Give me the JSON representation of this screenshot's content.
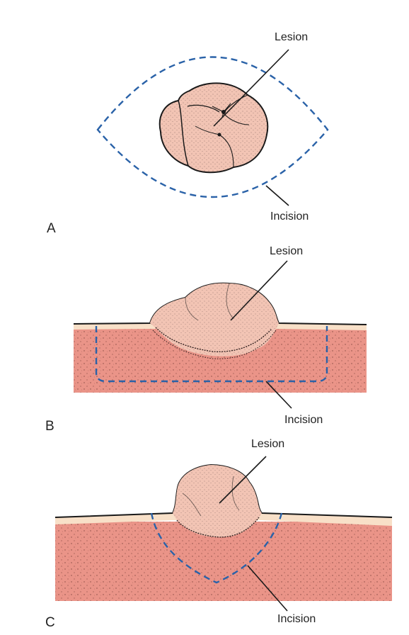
{
  "panels": [
    {
      "letter": "A",
      "lesion_label": "Lesion",
      "incision_label": "Incision"
    },
    {
      "letter": "B",
      "lesion_label": "Lesion",
      "incision_label": "Incision"
    },
    {
      "letter": "C",
      "lesion_label": "Lesion",
      "incision_label": "Incision"
    }
  ],
  "colors": {
    "lesion_fill": "#f2c4b4",
    "tissue_fill": "#ea9488",
    "skin_layer": "#f8e0c8",
    "incision_line": "#2a62a8",
    "outline": "#1a1a1a"
  }
}
